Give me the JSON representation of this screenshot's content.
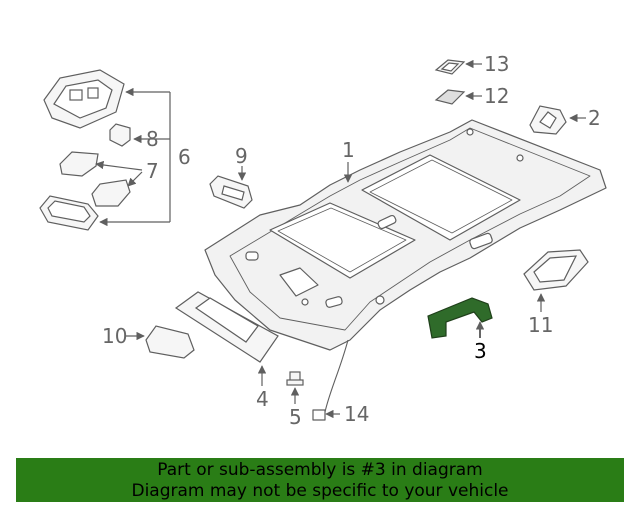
{
  "diagram": {
    "callouts": {
      "c1": "1",
      "c2": "2",
      "c3": "3",
      "c4": "4",
      "c5": "5",
      "c6": "6",
      "c7": "7",
      "c8": "8",
      "c9": "9",
      "c10": "10",
      "c11": "11",
      "c12": "12",
      "c13": "13",
      "c14": "14"
    },
    "highlighted_part": "3",
    "colors": {
      "line": "#5f5f5f",
      "part_fill": "#f6f6f6",
      "headliner_fill": "#f2f2f2",
      "callout_text": "#666666",
      "highlight_fill": "#2f6b2a",
      "highlight_text": "#000000"
    }
  },
  "banner": {
    "line1": "Part or sub-assembly is #3 in diagram",
    "line2": "Diagram may not be specific to your vehicle",
    "background": "#2a7d16",
    "text_color": "#000000"
  }
}
